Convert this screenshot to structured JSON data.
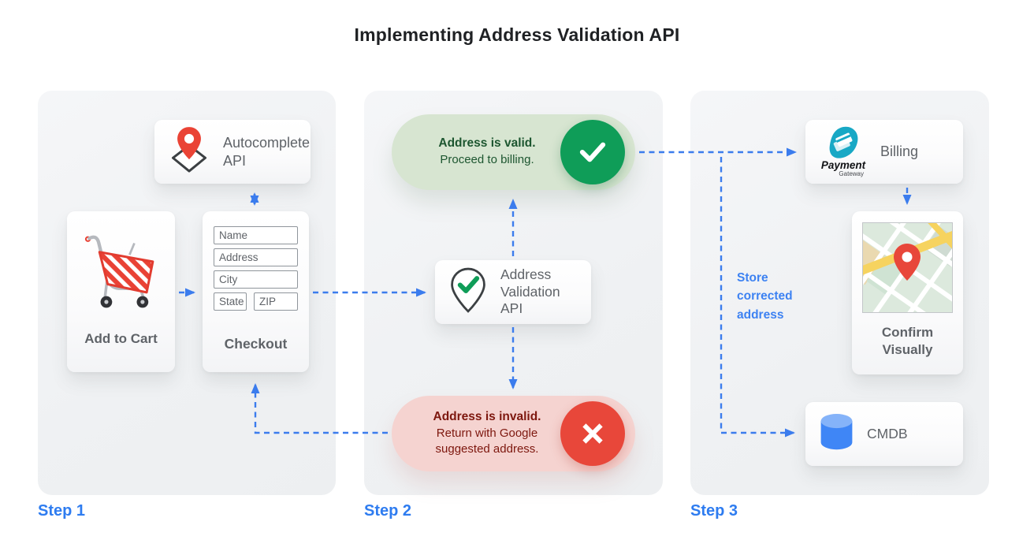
{
  "title": "Implementing Address Validation API",
  "colors": {
    "arrow_blue": "#3b7ced",
    "step_label_blue": "#2e7cf0",
    "store_label_blue": "#3d82f2",
    "panel_bg": "#f1f3f4",
    "card_label_gray": "#5f6368",
    "valid_pill_bg": "#d7e5d1",
    "valid_text_green": "#1d5630",
    "valid_circle_green": "#0f9d58",
    "invalid_pill_bg": "#f5d3d0",
    "invalid_text_red": "#7d170e",
    "invalid_circle_red": "#e8473a",
    "pin_red": "#ea4335",
    "payment_teal": "#18a8c5",
    "database_blue": "#3f86f6",
    "database_blue_light": "#85b3f9"
  },
  "icons": {
    "autocomplete": "map-pin-diamond-icon",
    "validation": "map-pin-check-icon",
    "cart": "shopping-cart-icon",
    "valid": "check-circle-icon",
    "invalid": "x-circle-icon",
    "billing": "payment-gateway-logo",
    "confirm": "map-thumbnail",
    "cmdb": "database-icon"
  },
  "steps": [
    {
      "label": "Step 1"
    },
    {
      "label": "Step 2"
    },
    {
      "label": "Step 3"
    }
  ],
  "step1": {
    "autocomplete_card": {
      "label": "Autocomplete API"
    },
    "add_to_cart_card": {
      "label": "Add to Cart"
    },
    "checkout_card": {
      "label": "Checkout",
      "fields": {
        "name": "Name",
        "address": "Address",
        "city": "City",
        "state": "State",
        "zip": "ZIP"
      }
    }
  },
  "step2": {
    "valid_pill": {
      "title": "Address is valid.",
      "subtitle": "Proceed to billing."
    },
    "validation_card": {
      "label": "Address Validation API"
    },
    "invalid_pill": {
      "title": "Address is invalid.",
      "subtitle": "Return with Google suggested address."
    }
  },
  "step3": {
    "billing_card": {
      "label": "Billing",
      "logo_title": "Payment",
      "logo_subtitle": "Gateway"
    },
    "confirm_card": {
      "label": "Confirm Visually"
    },
    "store_label": "Store corrected address",
    "cmdb_card": {
      "label": "CMDB"
    }
  }
}
